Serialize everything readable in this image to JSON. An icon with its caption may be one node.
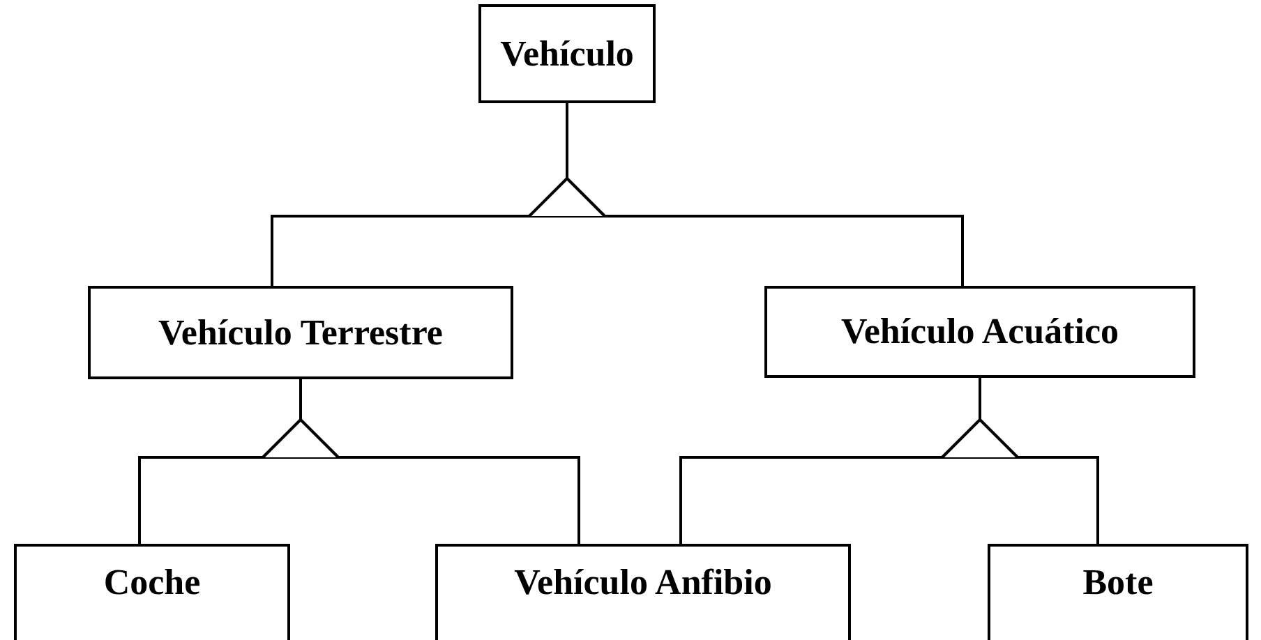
{
  "diagram": {
    "nodes": [
      {
        "text": [
          "Vehículo"
        ]
      },
      {
        "text": [
          "Vehículo Terrestre"
        ]
      },
      {
        "text": [
          "Vehículo Acuático"
        ]
      },
      {
        "text": [
          "Coche"
        ]
      },
      {
        "text": [
          "Vehículo Anfibio"
        ]
      },
      {
        "text": [
          "Bote"
        ]
      }
    ],
    "edges": [
      {
        "from": 1,
        "to": 0,
        "arrow": "to"
      },
      {
        "from": 2,
        "to": 0,
        "arrow": "to"
      },
      {
        "from": 3,
        "to": 1,
        "arrow": "to"
      },
      {
        "from": 4,
        "to": 1,
        "arrow": "to"
      },
      {
        "from": 4,
        "to": 2,
        "arrow": "to"
      },
      {
        "from": 5,
        "to": 2,
        "arrow": "to"
      }
    ]
  }
}
